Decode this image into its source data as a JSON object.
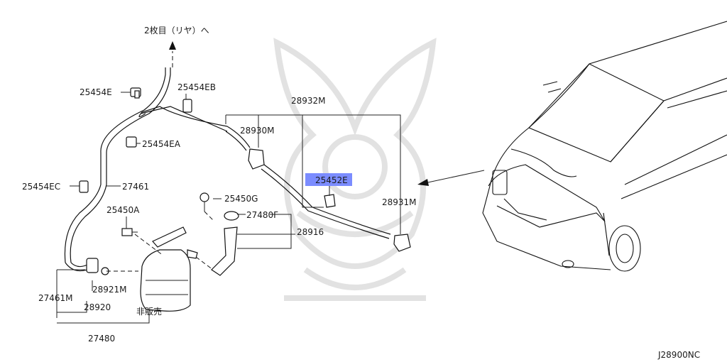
{
  "diagram": {
    "direction_note": "2枚目（リヤ）へ",
    "figure_code": "J28900NC",
    "parts": {
      "p25454E": "25454E",
      "p25454EB": "25454EB",
      "p25454EA": "25454EA",
      "p25454EC": "25454EC",
      "p27461": "27461",
      "p25450A": "25450A",
      "p27461M": "27461M",
      "p28921M": "28921M",
      "p28920": "28920",
      "p27480": "27480",
      "not_for_sale": "非販売",
      "p25450G": "25450G",
      "p27480F": "27480F",
      "p28916": "28916",
      "p28932M": "28932M",
      "p28930M": "28930M",
      "p25452E": "25452E",
      "p28931M": "28931M"
    },
    "highlight_color": "#7b8cff"
  }
}
